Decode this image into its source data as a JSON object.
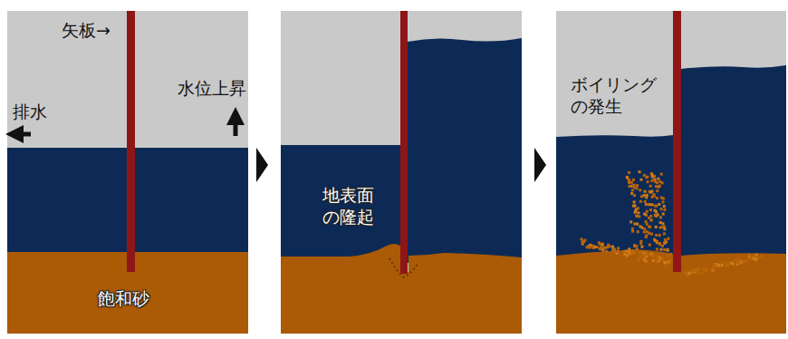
{
  "diagram": {
    "labels": [
      "矢板→",
      "排水",
      "水位上昇",
      "飽和砂",
      "地表面 の隆起",
      "ボイリング の発生"
    ]
  }
}
